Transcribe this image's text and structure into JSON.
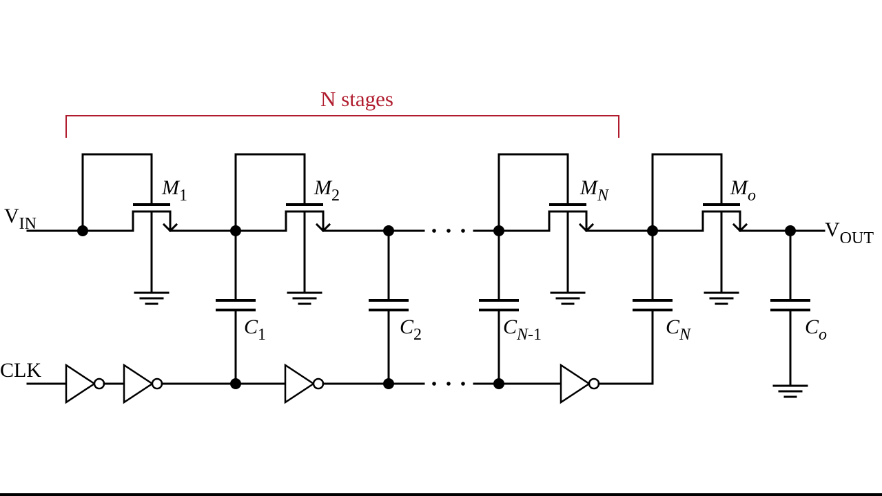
{
  "bracket_label": "N stages",
  "input_label": {
    "main": "V",
    "sub": "IN"
  },
  "output_label": {
    "main": "V",
    "sub": "OUT"
  },
  "clock_label": "CLK",
  "transistors": [
    {
      "main": "M",
      "sub": "1"
    },
    {
      "main": "M",
      "sub": "2"
    },
    {
      "main": "M",
      "sub": "N"
    },
    {
      "main": "M",
      "sub": "o"
    }
  ],
  "capacitors": [
    {
      "main": "C",
      "sub": "1"
    },
    {
      "main": "C",
      "sub": "2"
    },
    {
      "main": "C",
      "sub_italic": "N",
      "sub_plain": "-1"
    },
    {
      "main": "C",
      "sub": "N"
    },
    {
      "main": "C",
      "sub": "o"
    }
  ],
  "colors": {
    "wire": "#000000",
    "bracket": "#b01c2e",
    "background": "#ffffff"
  }
}
